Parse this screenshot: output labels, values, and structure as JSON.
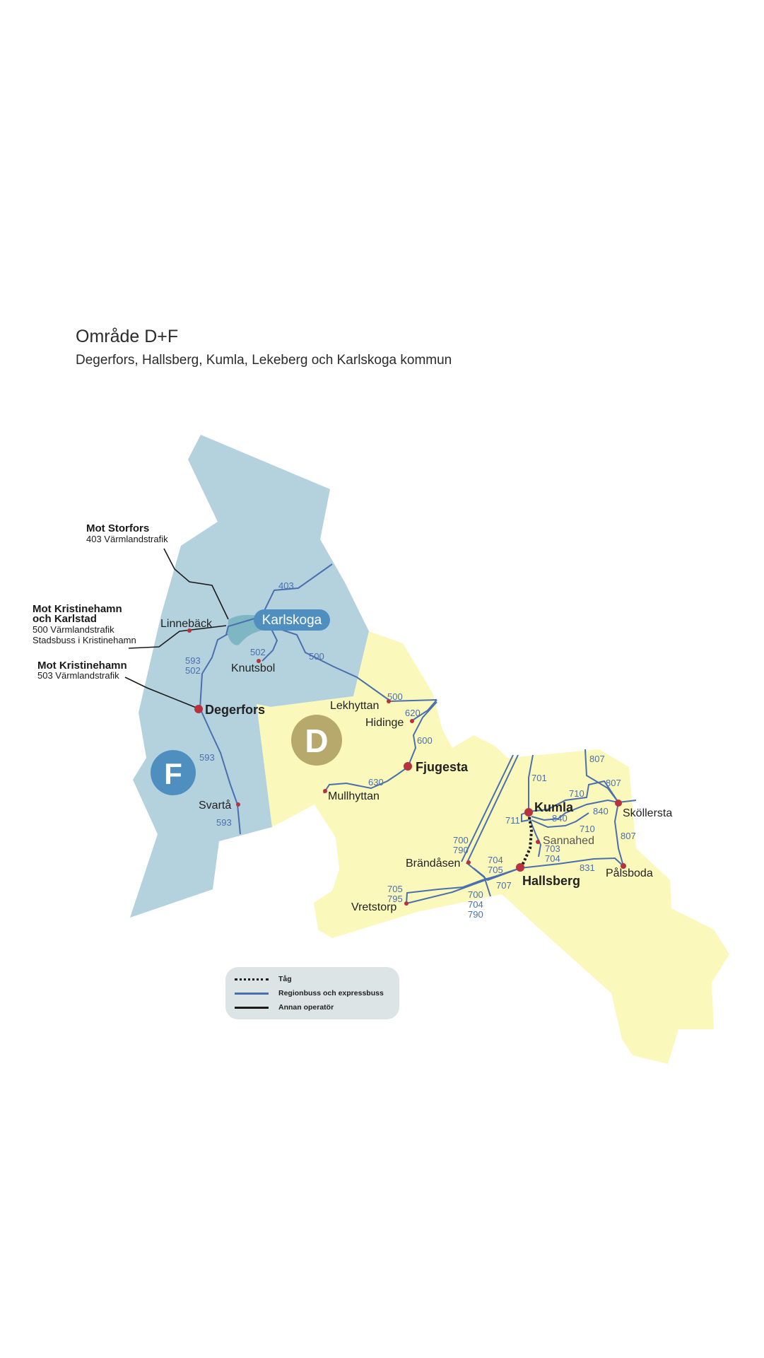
{
  "header": {
    "title": "Område D+F",
    "subtitle": "Degerfors, Hallsberg, Kumla, Lekeberg och Karlskoga kommun"
  },
  "colors": {
    "area_f": "#b4d1de",
    "area_d": "#faf8bb",
    "lake": "#7fb6c4",
    "bus_line": "#4a6fae",
    "other_operator": "#1a1a1a",
    "train": "#1a1a1a",
    "town_dot": "#b7323c",
    "badge_f": "#4f8fc0",
    "badge_d": "#b7a96b",
    "karlskoga_label_bg": "#4f8fc0"
  },
  "areas": {
    "f_badge": "F",
    "d_badge": "D"
  },
  "external": {
    "storfors": {
      "title": "Mot Storfors",
      "detail": "403 Värmlandstrafik"
    },
    "kristinehamn_karlstad": {
      "title_1": "Mot Kristinehamn",
      "title_2": "och Karlstad",
      "detail_1": "500 Värmlandstrafik",
      "detail_2": "Stadsbuss i Kristinehamn"
    },
    "kristinehamn": {
      "title": "Mot Kristinehamn",
      "detail": "503 Värmlandstrafik"
    }
  },
  "places": {
    "karlskoga": "Karlskoga",
    "linneback": "Linnebäck",
    "knutsbol": "Knutsbol",
    "degerfors": "Degerfors",
    "svarta": "Svartå",
    "lekhyttan": "Lekhyttan",
    "hidinge": "Hidinge",
    "fjugesta": "Fjugesta",
    "mullhyttan": "Mullhyttan",
    "brandasen": "Brändåsen",
    "vretstorp": "Vretstorp",
    "kumla": "Kumla",
    "sannahed": "Sannahed",
    "hallsberg": "Hallsberg",
    "skollersta": "Sköllersta",
    "palsboda": "Pålsboda"
  },
  "route_labels": {
    "r403": "403",
    "r500_a": "500",
    "r502_a": "502",
    "r593_a": "593",
    "r502_b": "502",
    "r593_b": "593",
    "r593_c": "593",
    "r500_b": "500",
    "r620": "620",
    "r600": "600",
    "r630": "630",
    "r701": "701",
    "r807_a": "807",
    "r807_b": "807",
    "r710_a": "710",
    "r840_a": "840",
    "r840_b": "840",
    "r711": "711",
    "r710_b": "710",
    "r807_c": "807",
    "r703": "703",
    "r704_a": "704",
    "r700_a": "700",
    "r790_a": "790",
    "r704_b": "704",
    "r705_a": "705",
    "r831": "831",
    "r707": "707",
    "r705_b": "705",
    "r795": "795",
    "r700_b": "700",
    "r704_c": "704",
    "r790_b": "790"
  },
  "legend": {
    "train": "Tåg",
    "regional_bus": "Regionbuss och expressbuss",
    "other_operator": "Annan operatör"
  }
}
